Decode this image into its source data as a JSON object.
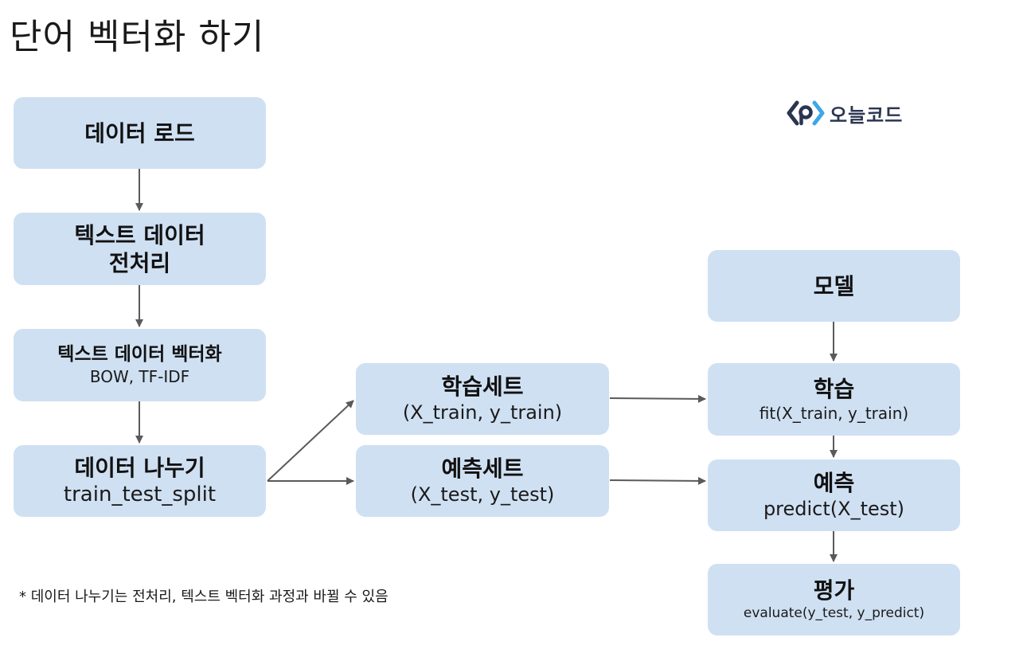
{
  "title": "단어 벡터화 하기",
  "logo": {
    "text": "오늘코드",
    "icon": "oneul-code-logo-icon"
  },
  "colors": {
    "box_fill": "#cfe0f2",
    "arrow": "#5a5a5a",
    "logo_dark": "#2a3550",
    "logo_accent": "#3ea7e6"
  },
  "nodes": {
    "load": {
      "title": "데이터 로드"
    },
    "preprocess": {
      "title_line1": "텍스트 데이터",
      "title_line2": "전처리"
    },
    "vectorize": {
      "title": "텍스트 데이터 벡터화",
      "sub": "BOW, TF-IDF"
    },
    "split": {
      "title": "데이터 나누기",
      "sub": "train_test_split"
    },
    "train_set": {
      "title": "학습세트",
      "sub": "(X_train, y_train)"
    },
    "test_set": {
      "title": "예측세트",
      "sub": "(X_test, y_test)"
    },
    "model": {
      "title": "모델"
    },
    "fit": {
      "title": "학습",
      "sub": "fit(X_train, y_train)"
    },
    "predict": {
      "title": "예측",
      "sub": "predict(X_test)"
    },
    "evaluate": {
      "title": "평가",
      "sub": "evaluate(y_test, y_predict)"
    }
  },
  "edges": [
    [
      "load",
      "preprocess"
    ],
    [
      "preprocess",
      "vectorize"
    ],
    [
      "vectorize",
      "split"
    ],
    [
      "split",
      "train_set"
    ],
    [
      "split",
      "test_set"
    ],
    [
      "train_set",
      "fit"
    ],
    [
      "test_set",
      "predict"
    ],
    [
      "model",
      "fit"
    ],
    [
      "fit",
      "predict"
    ],
    [
      "predict",
      "evaluate"
    ]
  ],
  "footnote": "* 데이터 나누기는 전처리, 텍스트 벡터화 과정과 바뀔 수 있음"
}
